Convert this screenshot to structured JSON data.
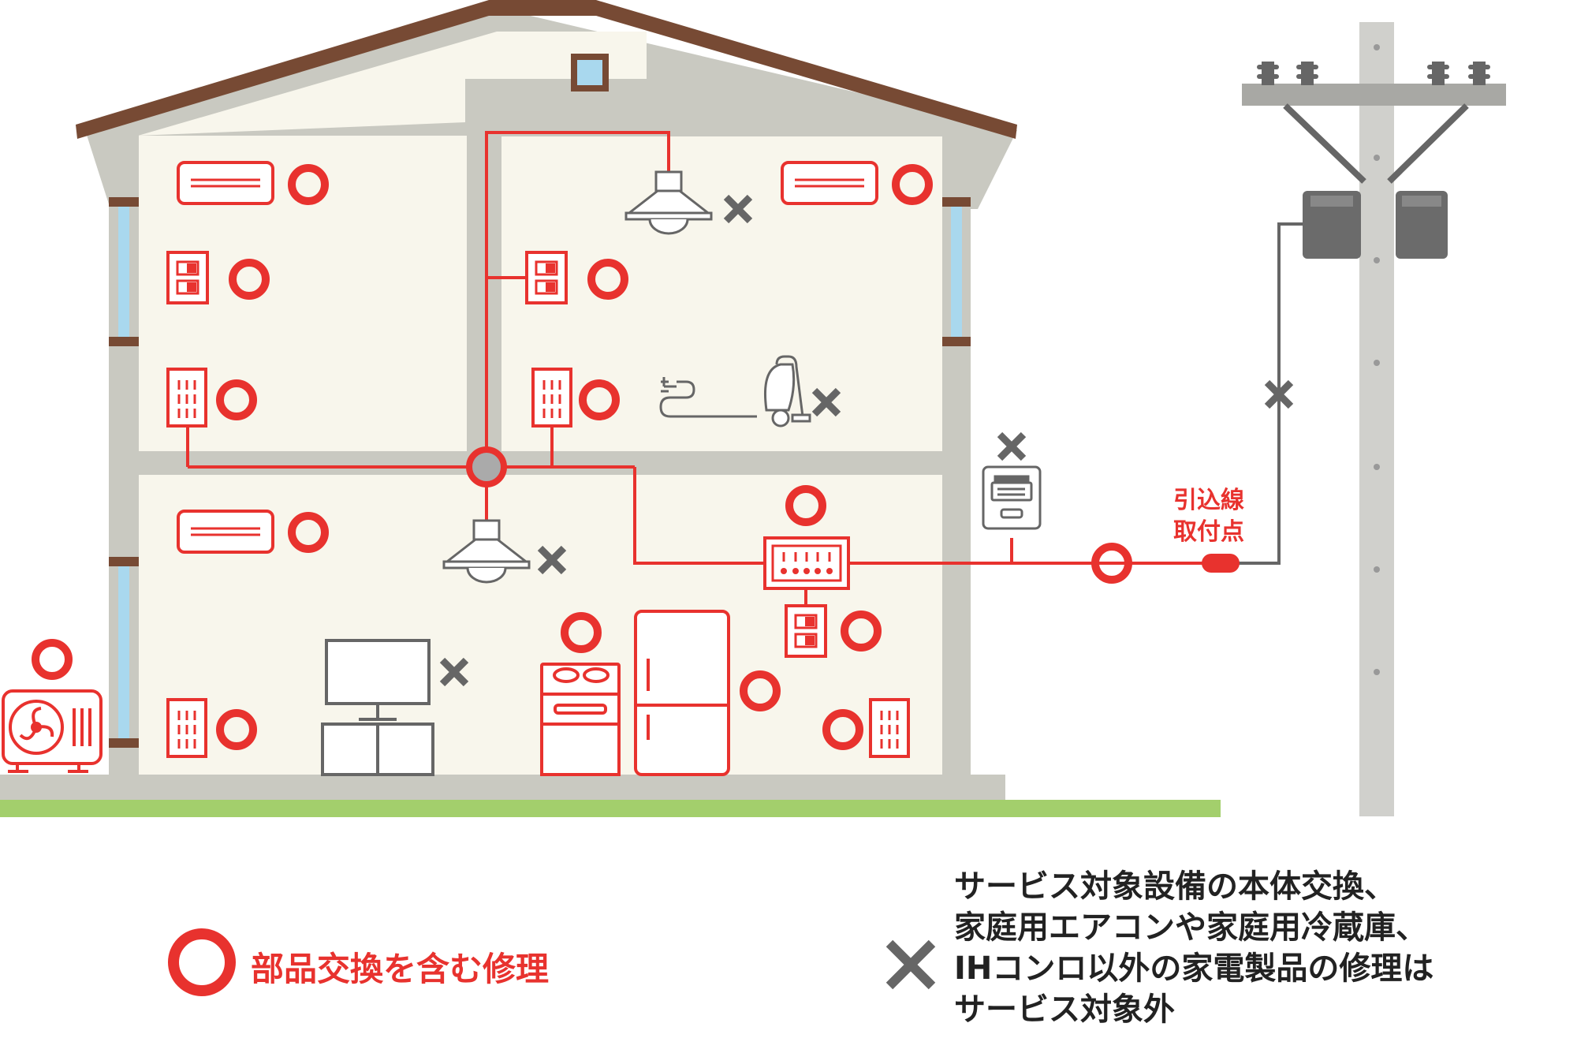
{
  "colors": {
    "red": "#e8322e",
    "gray": "#666666",
    "wall": "#c9c9c1",
    "interior": "#f8f6ec",
    "roof": "#774a34",
    "ground": "#a3cf6c",
    "window": "#a9d8ee",
    "pole": "#d0d0cc"
  },
  "icons": {
    "covered": "red-circle-icon",
    "not_covered": "gray-x-icon"
  },
  "annotation": {
    "line1": "引込線",
    "line2": "取付点"
  },
  "legend": {
    "covered_label": "部品交換を含む修理",
    "not_covered_lines": [
      "サービス対象設備の本体交換、",
      "家庭用エアコンや家庭用冷蔵庫、",
      "IHコンロ以外の家電製品の修理は",
      "サービス対象外"
    ]
  }
}
